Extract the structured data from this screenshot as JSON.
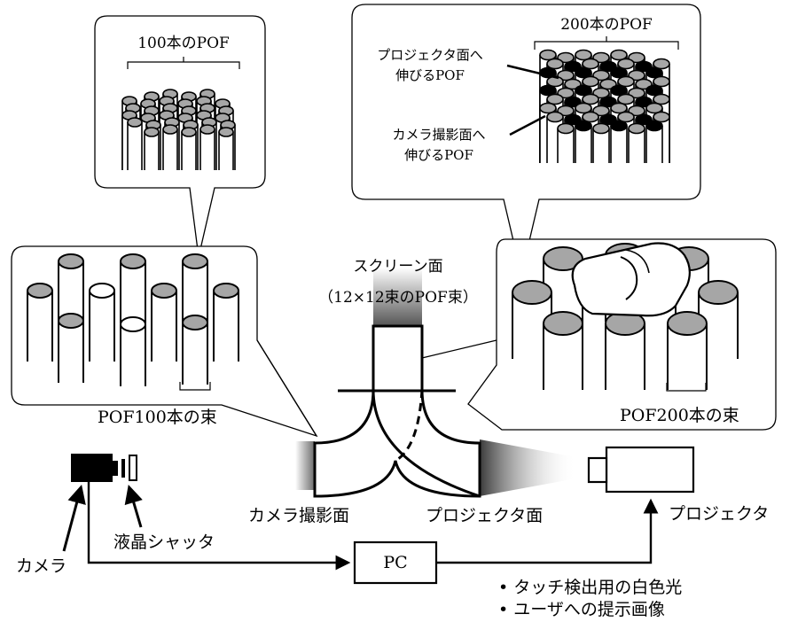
{
  "labels": {
    "pof100_top": "100本のPOF",
    "pof200_top": "200本のPOF",
    "projector_face_pof": [
      "プロジェクタ面へ",
      "伸びるPOF"
    ],
    "camera_face_pof": [
      "カメラ撮影面へ",
      "伸びるPOF"
    ],
    "screen_face": "スクリーン面",
    "screen_bundle": "（12×12束のPOF束）",
    "bundle100": "POF100本の束",
    "bundle200": "POF200本の束",
    "camera_face": "カメラ撮影面",
    "projector_face": "プロジェクタ面",
    "projector": "プロジェクタ",
    "camera": "カメラ",
    "lcd_shutter": "液晶シャッタ",
    "pc": "PC",
    "bullets": [
      "タッチ検出用の白色光",
      "ユーザへの提示画像"
    ]
  },
  "colors": {
    "fiber_gray": "#a6a6a6",
    "fiber_dark": "#000000",
    "fiber_white": "#ffffff",
    "line": "#000000"
  }
}
